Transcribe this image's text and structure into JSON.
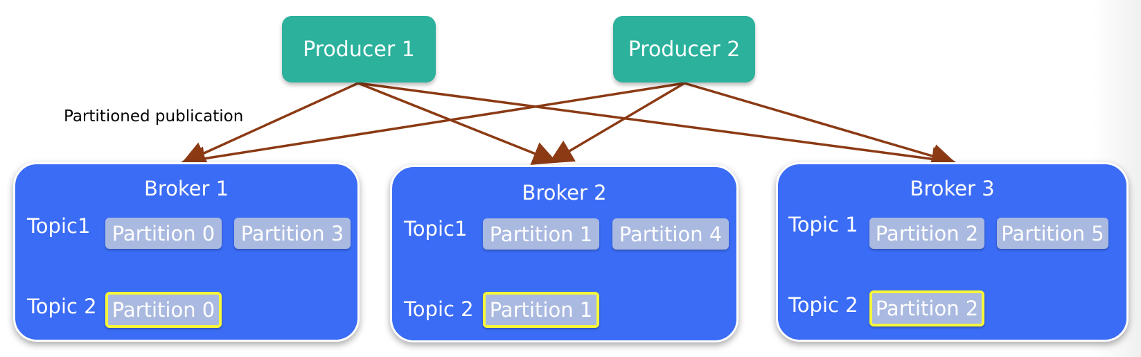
{
  "producers": [
    {
      "label": "Producer 1"
    },
    {
      "label": "Producer 2"
    }
  ],
  "annotation": "Partitioned publication",
  "brokers": [
    {
      "title": "Broker 1",
      "topic1_label": "Topic1",
      "topic1_partitions": [
        "Partition 0",
        "Partition 3"
      ],
      "topic2_label": "Topic 2",
      "topic2_partition": "Partition 0"
    },
    {
      "title": "Broker 2",
      "topic1_label": "Topic1",
      "topic1_partitions": [
        "Partition 1",
        "Partition 4"
      ],
      "topic2_label": "Topic 2",
      "topic2_partition": "Partition 1"
    },
    {
      "title": "Broker 3",
      "topic1_label": "Topic 1",
      "topic1_partitions": [
        "Partition 2",
        "Partition 5"
      ],
      "topic2_label": "Topic 2",
      "topic2_partition": "Partition 2"
    }
  ],
  "edges": [
    {
      "from": "Producer 1",
      "to": "Broker 1"
    },
    {
      "from": "Producer 1",
      "to": "Broker 2"
    },
    {
      "from": "Producer 1",
      "to": "Broker 3"
    },
    {
      "from": "Producer 2",
      "to": "Broker 1"
    },
    {
      "from": "Producer 2",
      "to": "Broker 2"
    },
    {
      "from": "Producer 2",
      "to": "Broker 3"
    }
  ],
  "colors": {
    "producer": "#2bb19c",
    "broker": "#3b6cf5",
    "partition": "#a9b9e0",
    "highlight": "#f7f73a",
    "arrow": "#8b3a14"
  }
}
